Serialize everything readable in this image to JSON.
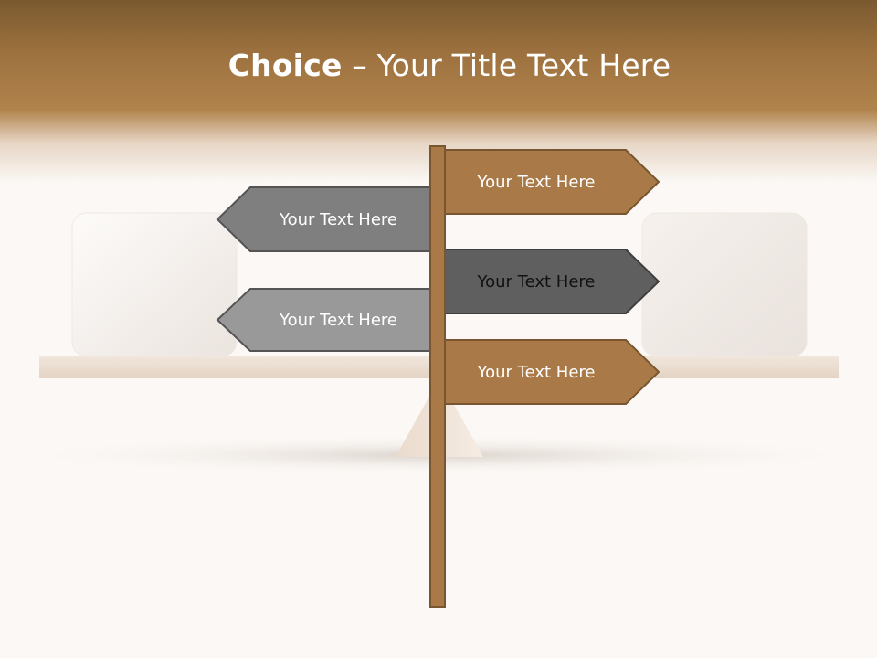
{
  "slide": {
    "title_bold": "Choice",
    "title_rest": " – Your Title Text Here"
  },
  "signs": {
    "right_top": "Your Text Here",
    "left_top": "Your Text Here",
    "right_middle": "Your Text Here",
    "left_bottom": "Your Text Here",
    "right_bottom": "Your Text Here"
  },
  "colors": {
    "brown": "#a97a47",
    "dark_gray": "#5f5f5f",
    "mid_gray": "#7f7f7f",
    "light_gray": "#999999",
    "outline": "#7a5630"
  }
}
